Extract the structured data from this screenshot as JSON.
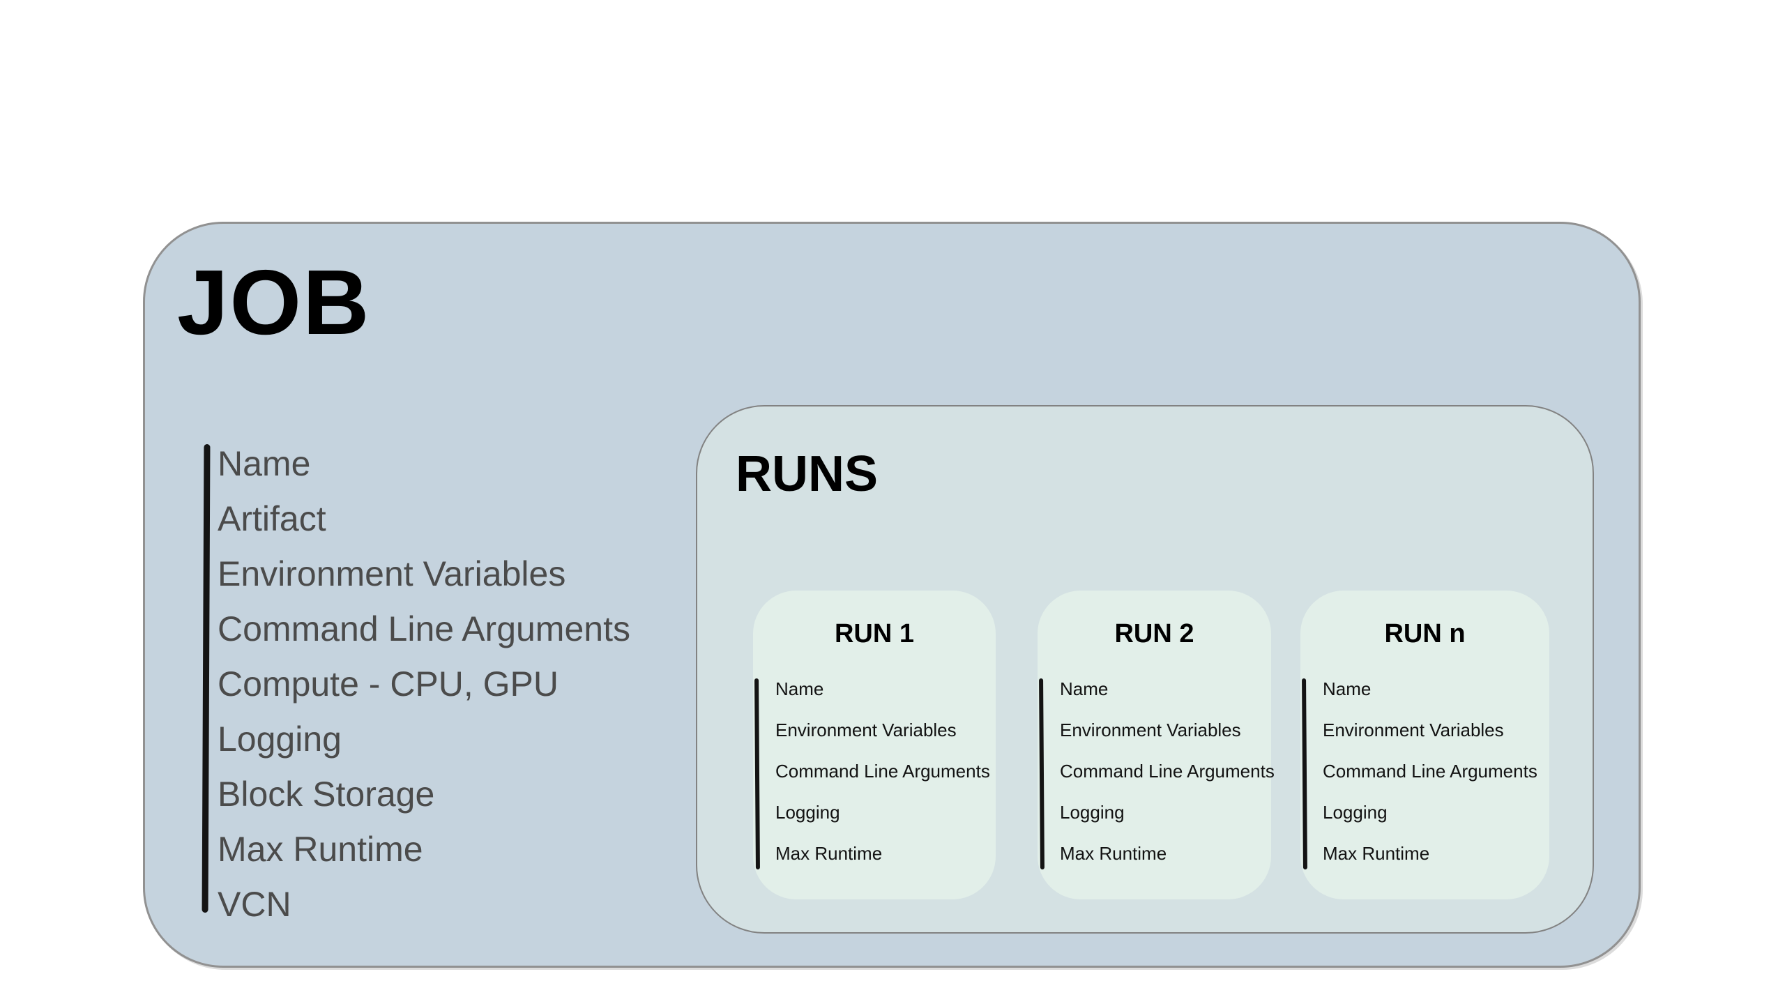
{
  "diagram_type": "nested-box-diagram",
  "job": {
    "title": "JOB",
    "items": [
      "Name",
      "Artifact",
      "Environment Variables",
      "Command Line Arguments",
      "Compute - CPU, GPU",
      "Logging",
      "Block Storage",
      "Max Runtime",
      "VCN"
    ]
  },
  "runs": {
    "title": "RUNS",
    "cards": [
      {
        "title": "RUN 1",
        "items": [
          "Name",
          "Environment Variables",
          "Command Line Arguments",
          "Logging",
          "Max Runtime"
        ]
      },
      {
        "title": "RUN 2",
        "items": [
          "Name",
          "Environment Variables",
          "Command Line Arguments",
          "Logging",
          "Max Runtime"
        ]
      },
      {
        "title": "RUN n",
        "items": [
          "Name",
          "Environment Variables",
          "Command Line Arguments",
          "Logging",
          "Max Runtime"
        ]
      }
    ]
  },
  "colors": {
    "page_bg": "#ffffff",
    "job_bg": "#c5d3de",
    "job_border": "#919191",
    "runs_bg": "#d4e1e3",
    "runs_border": "#828282",
    "run_card_bg": "#e2efe9",
    "job_item_text": "#4b4b4b",
    "run_item_text": "#121212",
    "title_text": "#000000",
    "bracket_line": "#141414"
  }
}
